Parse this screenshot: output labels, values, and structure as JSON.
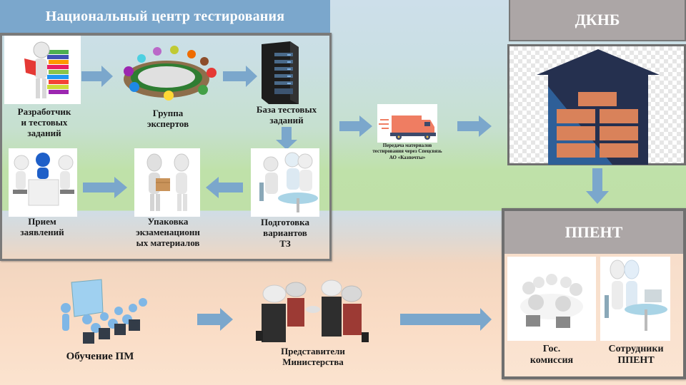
{
  "diagram": {
    "nct": {
      "title": "Национальный центр тестирования",
      "nodes": [
        {
          "id": "developer",
          "label": "Разработчик и тестовых заданий",
          "lines": [
            "Разработчик",
            "и тестовых",
            "заданий"
          ],
          "icon": "person-reading-books-icon"
        },
        {
          "id": "experts",
          "label": "Группа экспертов",
          "lines": [
            "Группа",
            "экспертов"
          ],
          "icon": "round-table-meeting-icon"
        },
        {
          "id": "test-bank",
          "label": "База тестовых заданий",
          "lines": [
            "База тестовых",
            "заданий"
          ],
          "icon": "server-rack-icon"
        },
        {
          "id": "variants",
          "label": "Подготовка вариантов ТЗ",
          "lines": [
            "Подготовка",
            "вариантов",
            "ТЗ"
          ],
          "icon": "people-at-table-icon"
        },
        {
          "id": "packaging",
          "label": "Упаковка экзаменационных материалов",
          "lines": [
            "Упаковка",
            "экзаменационн",
            "ых материалов"
          ],
          "icon": "person-handing-box-icon"
        },
        {
          "id": "applications",
          "label": "Прием заявлений",
          "lines": [
            "Прием",
            "заявлений"
          ],
          "icon": "reception-desk-icon"
        }
      ]
    },
    "transfer": {
      "lines": [
        "Передача материалов",
        "тестирования через Спецсвязь",
        "АО «Казпочты»"
      ],
      "icon": "delivery-truck-icon"
    },
    "dknb": {
      "title": "ДКНБ",
      "icon": "warehouse-icon"
    },
    "ppent": {
      "title": "ППЕНТ",
      "members": [
        {
          "lines": [
            "Гос.",
            "комиссия"
          ],
          "icon": "commission-meeting-icon"
        },
        {
          "lines": [
            "Сотрудники",
            "ППЕНТ"
          ],
          "icon": "staff-at-computer-icon"
        }
      ]
    },
    "bottom": {
      "training": {
        "label": "Обучение ПМ",
        "icon": "presentation-audience-icon"
      },
      "ministry": {
        "lines": [
          "Представители",
          "Министерства"
        ],
        "icon": "business-team-handshake-icon"
      }
    },
    "colors": {
      "arrow": "#7ba7cc",
      "title_bar": "#7ba7cc",
      "header_grey": "#aca6a6",
      "border": "#6f6f6f",
      "warehouse_dark": "#25304f",
      "warehouse_blue": "#2e5f98",
      "crate": "#d9825a"
    }
  }
}
